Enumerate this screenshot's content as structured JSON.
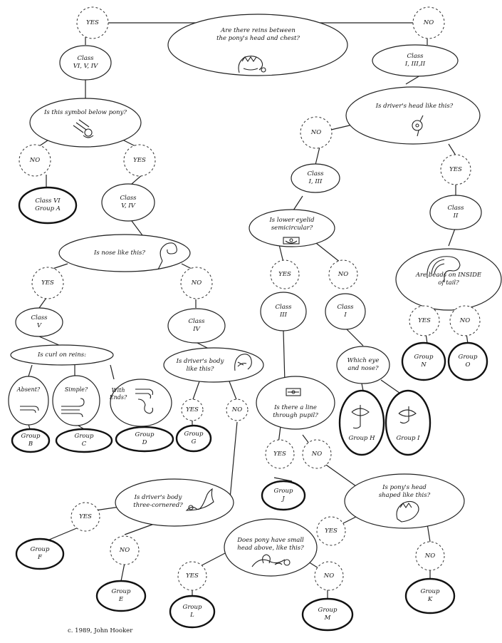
{
  "root": {
    "question": "Are there reins between\nthe pony's head and chest?",
    "yes": "YES",
    "no": "NO"
  },
  "left": {
    "class_node": "Class\nVI, V, IV",
    "q_symbol": "Is this symbol below pony?",
    "no": "NO",
    "class_vi": "Class VI\nGroup A",
    "yes": "YES",
    "class_v_iv": "Class\nV, IV",
    "q_nose": "Is nose like this?",
    "nose_yes": "YES",
    "class_v": "Class\nV",
    "q_curl": "Is curl on reins:",
    "curl_absent": "Absent?",
    "curl_simple": "Simple?",
    "curl_ends": "With\nEnds?",
    "group_b": "Group\nB",
    "group_c": "Group\nC",
    "group_d": "Group\nD",
    "nose_no": "NO",
    "class_iv": "Class\nIV",
    "q_body": "Is driver's body\nlike this?",
    "body_yes": "YES",
    "group_g": "Group\nG",
    "body_no": "NO",
    "q_three": "Is driver's body\nthree-cornered?",
    "three_yes": "YES",
    "group_f": "Group\nF",
    "three_no": "NO",
    "group_e": "Group\nE"
  },
  "right": {
    "class_node": "Class\nI, III,II",
    "q_driver_head": "Is driver's head like this?",
    "no": "NO",
    "class_i_iii": "Class\nI, III",
    "q_eyelid": "Is lower eyelid\nsemicircular?",
    "eyelid_yes": "YES",
    "class_iii": "Class\nIII",
    "eyelid_no": "NO",
    "class_i": "Class\nI",
    "q_eye_nose": "Which eye\nand nose?",
    "group_h": "Group H",
    "group_i": "Group I",
    "q_pupil": "Is there  a line\nthrough pupil?",
    "pupil_yes": "YES",
    "group_j": "Group\nJ",
    "pupil_no": "NO",
    "q_pony_head": "Is pony's head\nshaped like this?",
    "ph_yes": "YES",
    "ph_no": "NO",
    "group_k": "Group\nK",
    "q_small_head": "Does pony have small\nhead above, like this?",
    "sh_yes": "YES",
    "group_l": "Group\nL",
    "sh_no": "NO",
    "group_m": "Group\nM",
    "yes": "YES",
    "class_ii": "Class\nII",
    "q_beads": "Are beads on INSIDE\nof tail?",
    "beads_yes": "YES",
    "group_n": "Group\nN",
    "beads_no": "NO",
    "group_o": "Group\nO"
  },
  "credit": "c. 1989, John Hooker"
}
